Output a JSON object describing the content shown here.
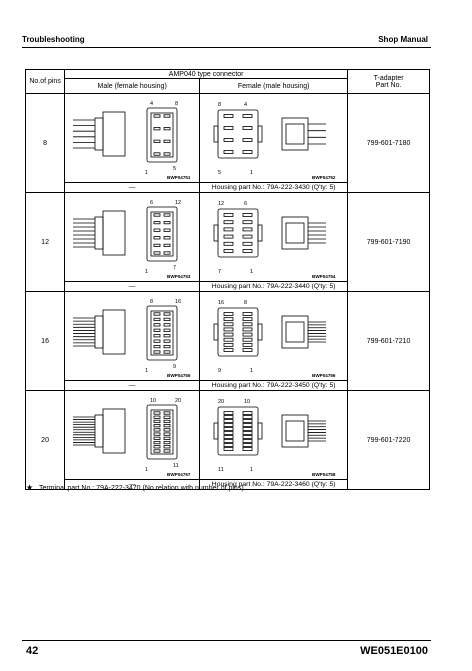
{
  "header": {
    "section": "Troubleshooting",
    "manual": "Shop Manual"
  },
  "table": {
    "col_pins": "No.of pins",
    "group_title": "AMP040 type connector",
    "col_male": "Male (female housing)",
    "col_female": "Female (male housing)",
    "col_tadapter": "T-adapter Part No.",
    "rows": [
      {
        "pins": "8",
        "male_code": "BWP04751",
        "female_code": "BWP04752",
        "male_pins": [
          "4",
          "8",
          "1",
          "5"
        ],
        "female_pins": [
          "8",
          "4",
          "5",
          "1"
        ],
        "tadapter": "799-601-7180",
        "male_note": "—",
        "female_note": "Housing part No.: 79A-222-3430 (Q'ty: 5)"
      },
      {
        "pins": "12",
        "male_code": "BWP04753",
        "female_code": "BWP04754",
        "male_pins": [
          "6",
          "12",
          "1",
          "7"
        ],
        "female_pins": [
          "12",
          "6",
          "7",
          "1"
        ],
        "tadapter": "799-601-7190",
        "male_note": "—",
        "female_note": "Housing part No.: 79A-222-3440 (Q'ty: 5)"
      },
      {
        "pins": "16",
        "male_code": "BWP04755",
        "female_code": "BWP04756",
        "male_pins": [
          "8",
          "16",
          "1",
          "9"
        ],
        "female_pins": [
          "16",
          "8",
          "9",
          "1"
        ],
        "tadapter": "799-601-7210",
        "male_note": "—",
        "female_note": "Housing part No.: 79A-222-3450 (Q'ty: 5)"
      },
      {
        "pins": "20",
        "male_code": "BWP04757",
        "female_code": "BWP04758",
        "male_pins": [
          "10",
          "20",
          "1",
          "11"
        ],
        "female_pins": [
          "20",
          "10",
          "11",
          "1"
        ],
        "tadapter": "799-601-7220",
        "male_note": "—",
        "female_note": "Housing part No.: 79A-222-3460 (Q'ty: 5)"
      }
    ]
  },
  "footnote": {
    "star": "★",
    "text": "Terminal part No.: 79A-222-3470 (No relation with number of pins)"
  },
  "footer": {
    "page": "42",
    "doc_id": "WE051E0100"
  }
}
